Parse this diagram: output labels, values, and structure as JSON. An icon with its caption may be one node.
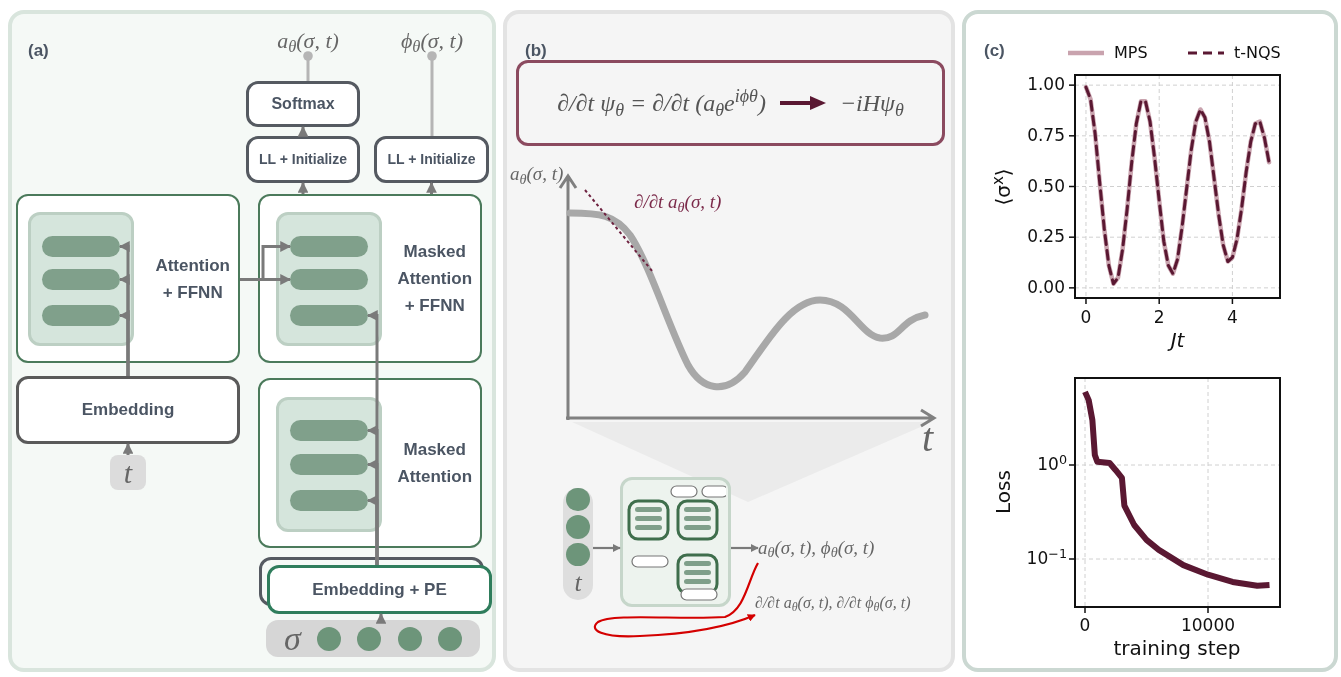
{
  "diagram": {
    "nodes": [
      {
        "text": [
          "(a)"
        ]
      },
      {
        "text": [
          "a$_{θ}$(σ, t)"
        ],
        "in": 0
      },
      {
        "text": [
          "ϕ$_{θ}$(σ, t)"
        ],
        "in": 0
      },
      {
        "text": [
          "Softmax"
        ],
        "in": 0
      },
      {
        "text": [
          "LL + Initialize"
        ],
        "in": 0
      },
      {
        "text": [
          "LL + Initialize"
        ],
        "in": 0
      },
      {
        "text": [
          "Attention + FFNN"
        ],
        "in": 0
      },
      {
        "text": [],
        "shape": "box",
        "in": 6
      },
      {
        "text": [],
        "shape": "bar",
        "in": 7
      },
      {
        "text": [],
        "shape": "bar",
        "in": 7
      },
      {
        "text": [],
        "shape": "bar",
        "in": 7
      },
      {
        "text": [
          "Masked Attention + FFNN"
        ],
        "in": 0
      },
      {
        "text": [],
        "shape": "box",
        "in": 11
      },
      {
        "text": [],
        "shape": "bar",
        "in": 12
      },
      {
        "text": [],
        "shape": "bar",
        "in": 12
      },
      {
        "text": [],
        "shape": "bar",
        "in": 12
      },
      {
        "text": [
          "Embedding"
        ],
        "in": 0
      },
      {
        "text": [
          "t"
        ],
        "in": 0
      },
      {
        "text": [
          "Masked Attention"
        ],
        "in": 0
      },
      {
        "text": [],
        "shape": "box",
        "in": 18
      },
      {
        "text": [],
        "shape": "bar",
        "in": 19
      },
      {
        "text": [],
        "shape": "bar",
        "in": 19
      },
      {
        "text": [],
        "shape": "bar",
        "in": 19
      },
      {
        "text": [
          "Embedding + PE"
        ],
        "in": 0
      },
      {
        "text": [
          "σ"
        ],
        "in": 0
      },
      {
        "text": [
          "(b)"
        ]
      },
      {
        "text": [
          "∂/∂t ψ$_{θ}$ = ∂/∂t (a$_{θ}$e$^{iϕθ}$)",
          "−iHψ$_{θ}$"
        ],
        "in": 25
      },
      {
        "text": [
          "t"
        ],
        "in": 25
      },
      {
        "text": [],
        "shape": "box",
        "in": 25
      },
      {
        "text": [
          "a$_{θ}$(σ, t), ϕ$_{θ}$(σ, t)"
        ],
        "in": 25
      },
      {
        "text": [
          "∂/∂t a$_{θ}$(σ, t), ∂/∂t ϕ$_{θ}$(σ, t)"
        ],
        "in": 25
      },
      {
        "text": [
          "(c)"
        ]
      }
    ],
    "edges": [
      {
        "from": 3,
        "to": 1,
        "arrow": "other",
        "color": "#b5b5b5"
      },
      {
        "from": 5,
        "to": 2,
        "arrow": "other",
        "color": "#b5b5b5"
      },
      {
        "from": 4,
        "to": 3,
        "arrow": "to"
      },
      {
        "from": 11,
        "to": 4,
        "arrow": "to"
      },
      {
        "from": 11,
        "to": 5,
        "arrow": "to"
      },
      {
        "from": 16,
        "to": 8,
        "arrow": "to"
      },
      {
        "from": 16,
        "to": 9,
        "arrow": "to"
      },
      {
        "from": 16,
        "to": 10,
        "arrow": "to"
      },
      {
        "from": 17,
        "to": 16,
        "arrow": "to"
      },
      {
        "from": 6,
        "to": 13,
        "arrow": "to"
      },
      {
        "from": 6,
        "to": 14,
        "arrow": "to"
      },
      {
        "from": 23,
        "to": 15,
        "arrow": "to"
      },
      {
        "from": 23,
        "to": 20,
        "arrow": "to"
      },
      {
        "from": 23,
        "to": 21,
        "arrow": "to"
      },
      {
        "from": 23,
        "to": 22,
        "arrow": "to"
      },
      {
        "from": 24,
        "to": 23,
        "arrow": "to"
      },
      {
        "from": 27,
        "to": 28,
        "arrow": "to"
      },
      {
        "from": 28,
        "to": 29,
        "arrow": "to"
      },
      {
        "from": 29,
        "to": 30,
        "arrow": "to",
        "color": "#d40000"
      }
    ],
    "labels": [
      "a$_{θ}$(σ, t)",
      "∂/∂t a$_{θ}$(σ, t)",
      "t",
      "10$^{0}$",
      "Loss",
      "10$^{−1}$",
      "0",
      "10000",
      "training step"
    ],
    "chart_data": [
      {
        "type": "line",
        "xlabel": "Jt",
        "ylabel": "⟨σ$^{x}$⟩",
        "grid": true,
        "legend": "top",
        "x": [
          0,
          0.125,
          0.25,
          0.375,
          0.5,
          0.625,
          0.75,
          0.875,
          1,
          1.125,
          1.25,
          1.375,
          1.5,
          1.625,
          1.75,
          1.875,
          2,
          2.125,
          2.25,
          2.375,
          2.5,
          2.625,
          2.75,
          2.875,
          3,
          3.125,
          3.25,
          3.375,
          3.5,
          3.625,
          3.75,
          3.875,
          4,
          4.125,
          4.25,
          4.375,
          4.5,
          4.625,
          4.75,
          4.875,
          5
        ],
        "series": [
          {
            "name": "MPS",
            "color": "#c9a3ae",
            "line_style": "solid",
            "values": [
              0.99,
              0.93,
              0.76,
              0.52,
              0.29,
              0.11,
              0.02,
              0.05,
              0.19,
              0.39,
              0.62,
              0.81,
              0.92,
              0.92,
              0.82,
              0.64,
              0.43,
              0.23,
              0.11,
              0.07,
              0.14,
              0.3,
              0.49,
              0.68,
              0.82,
              0.88,
              0.84,
              0.72,
              0.54,
              0.36,
              0.21,
              0.13,
              0.15,
              0.24,
              0.39,
              0.57,
              0.72,
              0.81,
              0.82,
              0.74,
              0.62
            ]
          },
          {
            "name": "t-NQS",
            "color": "#5a1832",
            "line_style": "dashed",
            "values": [
              0.99,
              0.93,
              0.76,
              0.52,
              0.29,
              0.11,
              0.02,
              0.05,
              0.19,
              0.39,
              0.62,
              0.81,
              0.92,
              0.92,
              0.82,
              0.64,
              0.43,
              0.23,
              0.11,
              0.07,
              0.14,
              0.3,
              0.49,
              0.68,
              0.82,
              0.88,
              0.84,
              0.72,
              0.54,
              0.36,
              0.21,
              0.13,
              0.15,
              0.24,
              0.39,
              0.57,
              0.72,
              0.81,
              0.82,
              0.74,
              0.62
            ]
          }
        ],
        "xlim": [
          -0.3,
          5.3
        ],
        "ylim": [
          -0.05,
          1.05
        ],
        "xticks": [
          0,
          2,
          4
        ],
        "yticks": [
          {
            "value": 0,
            "label": "0.00"
          },
          {
            "value": 0.25,
            "label": "0.25"
          },
          {
            "value": 0.5,
            "label": "0.50"
          },
          {
            "value": 0.75,
            "label": "0.75"
          },
          {
            "value": 1,
            "label": "1.00"
          }
        ]
      }
    ]
  }
}
